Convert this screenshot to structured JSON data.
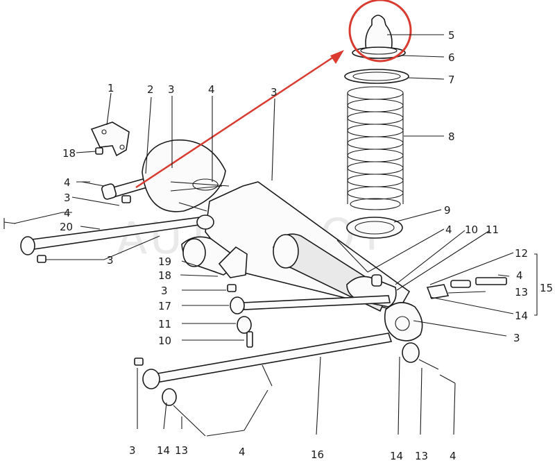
{
  "watermark": "AUTOTOOT",
  "highlight": {
    "color": "#d93b30"
  },
  "labels": {
    "l1": "1",
    "l2": "2",
    "l3a": "3",
    "l4a": "4",
    "l3b": "3",
    "l5": "5",
    "l6": "6",
    "l7": "7",
    "l8": "8",
    "l9": "9",
    "l18a": "18",
    "l4b": "4",
    "l3c": "3",
    "l4c": "4",
    "l20": "20",
    "l3d": "3",
    "l4d": "4",
    "l10a": "10",
    "l11a": "11",
    "l12": "12",
    "l15": "15",
    "l4e": "4",
    "l13a": "13",
    "l14a": "14",
    "l3e": "3",
    "l19": "19",
    "l18b": "18",
    "l3f": "3",
    "l17": "17",
    "l11b": "11",
    "l10b": "10",
    "l3g": "3",
    "l14b": "14",
    "l13b": "13",
    "l4f": "4",
    "l16": "16",
    "l14c": "14",
    "l13c": "13",
    "l4g": "4"
  }
}
